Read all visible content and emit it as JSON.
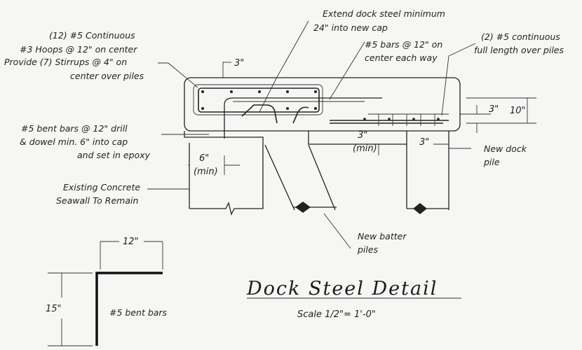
{
  "notes": {
    "extend_line1": "Extend dock steel minimum",
    "extend_line2": "24\" into new cap",
    "cont_line1": "(12) #5 Continuous",
    "cont_line2": "#3 Hoops @ 12\" on center",
    "cont_line3": "Provide (7) Stirrups @ 4\" on",
    "cont_line4": "center over piles",
    "bars_line1": "#5 bars @ 12\" on",
    "bars_line2": "center each way",
    "full_line1": "(2) #5 continuous",
    "full_line2": "full length over piles",
    "bent_line1": "#5 bent bars @ 12\" drill",
    "bent_line2": "& dowel min. 6\" into cap",
    "bent_line3": "and set in epoxy",
    "seawall_line1": "Existing Concrete",
    "seawall_line2": "Seawall To Remain",
    "newpile_line1": "New dock",
    "newpile_line2": "pile",
    "batter_line1": "New batter",
    "batter_line2": "piles",
    "bentbars_label": "#5 bent bars"
  },
  "dimensions": {
    "cover_top": "3\"",
    "depth": "10\"",
    "cover_right": "3\"",
    "min_a_value": "3\"",
    "min_a_label": "(min)",
    "min_b_value": "6\"",
    "min_b_label": "(min)",
    "cover_pile": "3\"",
    "bent_leg": "12\"",
    "bent_height": "15\""
  },
  "title": {
    "main": "Dock Steel Detail",
    "scale": "Scale 1/2\"= 1'-0\""
  }
}
